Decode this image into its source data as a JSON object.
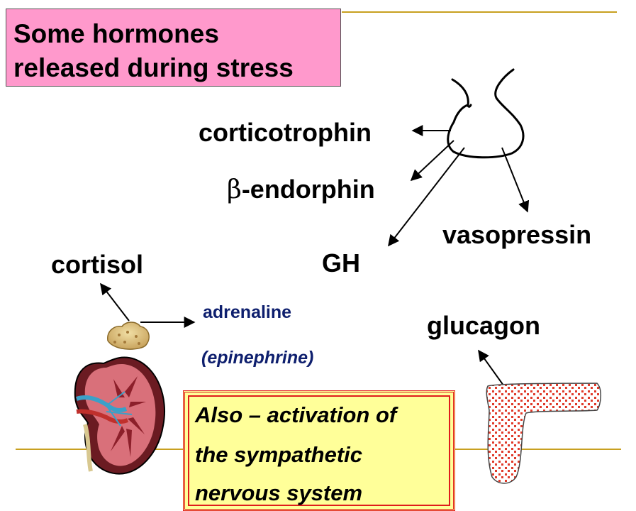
{
  "title": {
    "line1": "Some hormones",
    "line2": "released during stress"
  },
  "labels": {
    "corticotrophin": "corticotrophin",
    "beta_symbol": "β",
    "endorphin": "-endorphin",
    "vasopressin": "vasopressin",
    "gh": "GH",
    "cortisol": "cortisol",
    "adrenaline": "adrenaline",
    "epinephrine": "(epinephrine)",
    "glucagon": "glucagon"
  },
  "note": {
    "line1": "Also – activation of",
    "line2": "the sympathetic",
    "line3": "nervous system"
  },
  "colors": {
    "title_bg": "#ff99cc",
    "note_bg": "#ffff99",
    "note_border": "#e01c1c",
    "rule_line": "#c8a020",
    "adrenaline_text": "#0e1f6e",
    "pancreas_dots": "#e03a2a"
  },
  "icons": [
    "pituitary-icon",
    "adrenal-gland-icon",
    "kidney-icon",
    "pancreas-icon"
  ]
}
